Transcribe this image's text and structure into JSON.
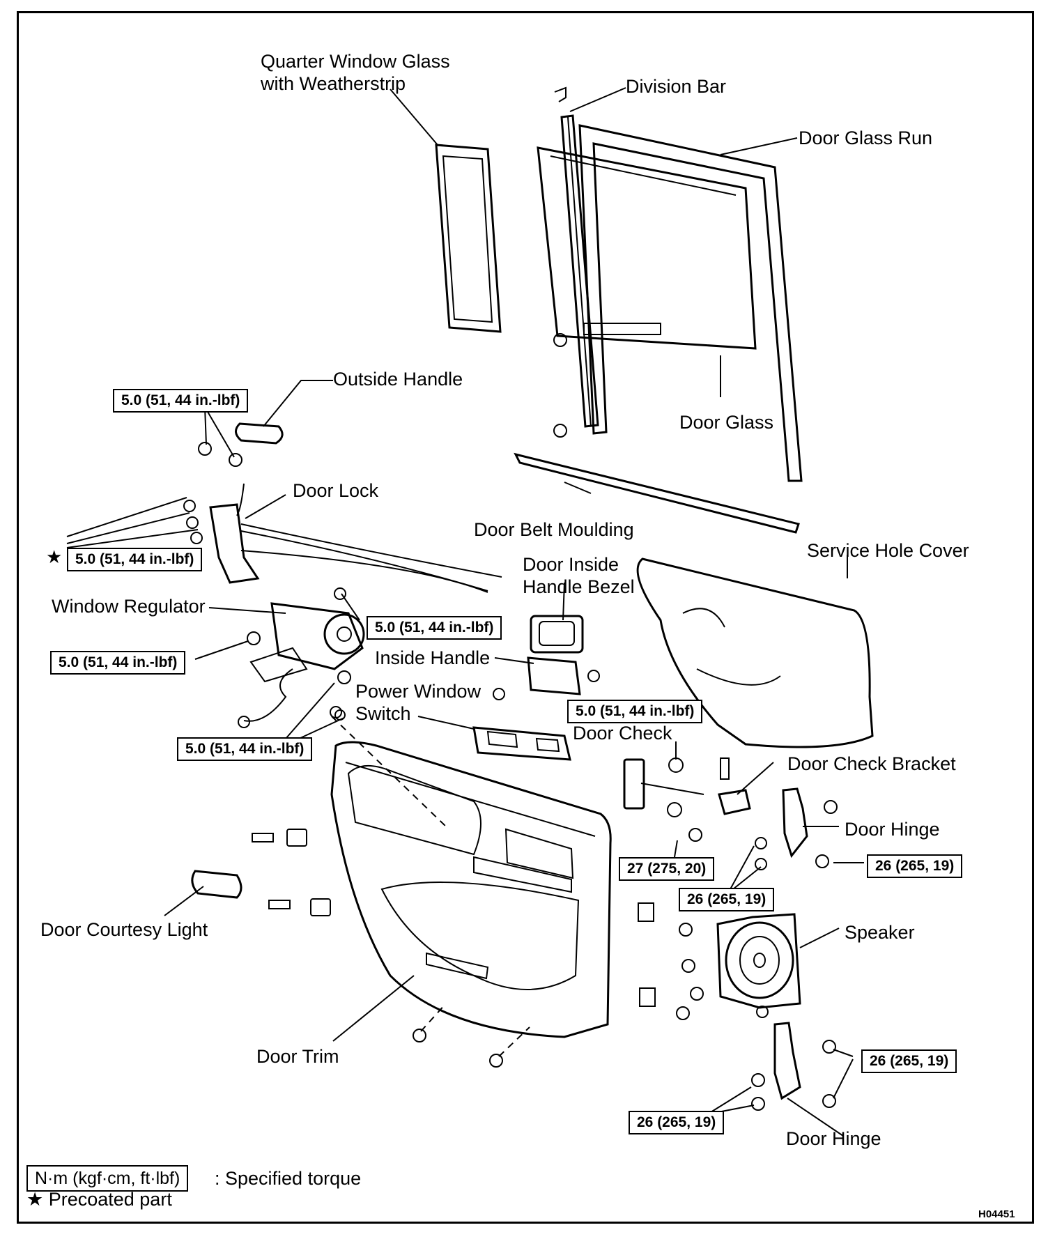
{
  "labels": {
    "quarter_window_glass": "Quarter Window Glass\nwith Weatherstrip",
    "division_bar": "Division Bar",
    "door_glass_run": "Door Glass Run",
    "outside_handle": "Outside Handle",
    "door_glass": "Door Glass",
    "door_lock": "Door Lock",
    "door_belt_moulding": "Door Belt Moulding",
    "service_hole_cover": "Service Hole Cover",
    "door_inside_handle_bezel": "Door Inside\nHandle Bezel",
    "window_regulator": "Window Regulator",
    "inside_handle": "Inside Handle",
    "power_window_switch": "Power Window\nSwitch",
    "door_check": "Door Check",
    "door_check_bracket": "Door Check Bracket",
    "door_hinge_upper": "Door Hinge",
    "speaker": "Speaker",
    "door_courtesy_light": "Door Courtesy Light",
    "door_trim": "Door Trim",
    "door_hinge_lower": "Door Hinge"
  },
  "torque": {
    "outside_handle": "5.0 (51, 44 in.-lbf)",
    "door_lock": "5.0 (51, 44 in.-lbf)",
    "regulator_upper": "5.0 (51, 44 in.-lbf)",
    "regulator_left": "5.0 (51, 44 in.-lbf)",
    "regulator_lower": "5.0 (51, 44 in.-lbf)",
    "inside_handle": "5.0 (51, 44 in.-lbf)",
    "door_check": "27 (275, 20)",
    "hinge_upper_right": "26 (265, 19)",
    "hinge_upper_center": "26 (265, 19)",
    "hinge_lower_right": "26 (265, 19)",
    "hinge_lower_left": "26 (265, 19)"
  },
  "precoated_mark": "★",
  "legend": {
    "unit_box": "N·m (kgf·cm, ft·lbf)",
    "unit_text": ": Specified torque",
    "precoated": "★ Precoated part"
  },
  "figure_code": "H04451"
}
